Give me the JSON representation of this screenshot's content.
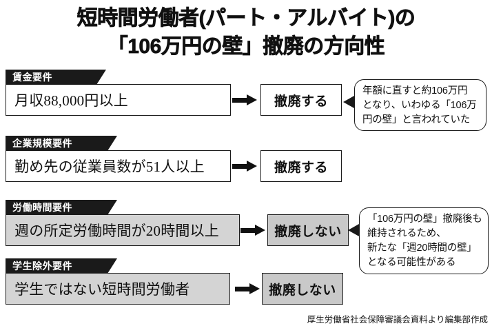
{
  "title": {
    "line1": "短時間労働者(パート・アルバイト)の",
    "line2": "「106万円の壁」撤廃の方向性"
  },
  "rows": [
    {
      "tab_label": "賃金要件",
      "condition": "月収88,000円以上",
      "result": "撤廃する",
      "condition_fill": "white",
      "result_fill": "white",
      "callout": {
        "lines": [
          "年額に直すと約106万円",
          "となり、いわゆる「106万",
          "円の壁」と言われていた"
        ]
      }
    },
    {
      "tab_label": "企業規模要件",
      "condition": "勤め先の従業員数が51人以上",
      "result": "撤廃する",
      "condition_fill": "white",
      "result_fill": "white",
      "callout": null
    },
    {
      "tab_label": "労働時間要件",
      "condition": "週の所定労働時間が20時間以上",
      "result": "撤廃しない",
      "condition_fill": "gray",
      "result_fill": "gray",
      "callout": {
        "lines": [
          "「106万円の壁」撤廃後も",
          "維持されるため、",
          "新たな「週20時間の壁」",
          "となる可能性がある"
        ]
      }
    },
    {
      "tab_label": "学生除外要件",
      "condition": "学生ではない短時間労働者",
      "result": "撤廃しない",
      "condition_fill": "gray",
      "result_fill": "gray",
      "callout": null
    }
  ],
  "source_credit": "厚生労働省社会保障審議会資料より編集部作成",
  "colors": {
    "tab_background": "#1a1a1a",
    "tab_text": "#ffffff",
    "box_border": "#1a1a1a",
    "gray_fill": "#d4d4d4",
    "result_gray_fill": "#c9c9c9",
    "text": "#111111"
  }
}
